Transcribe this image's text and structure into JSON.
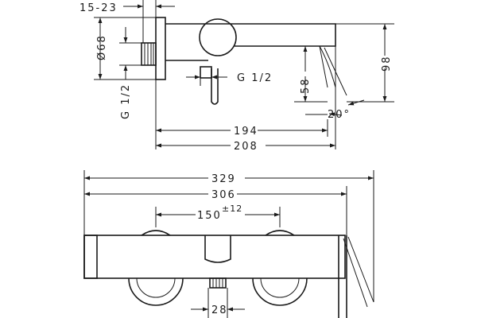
{
  "top_view": {
    "dim_depth_range": "15-23",
    "dim_diameter": "Ø68",
    "dim_inlet_thread": "G 1/2",
    "dim_outlet_thread": "G 1/2",
    "dim_height_58": "58",
    "dim_height_98": "98",
    "dim_angle": "20°",
    "dim_194": "194",
    "dim_208": "208"
  },
  "front_view": {
    "dim_329": "329",
    "dim_306": "306",
    "dim_150": "150",
    "dim_150_tol": "±12",
    "dim_28": "28"
  }
}
